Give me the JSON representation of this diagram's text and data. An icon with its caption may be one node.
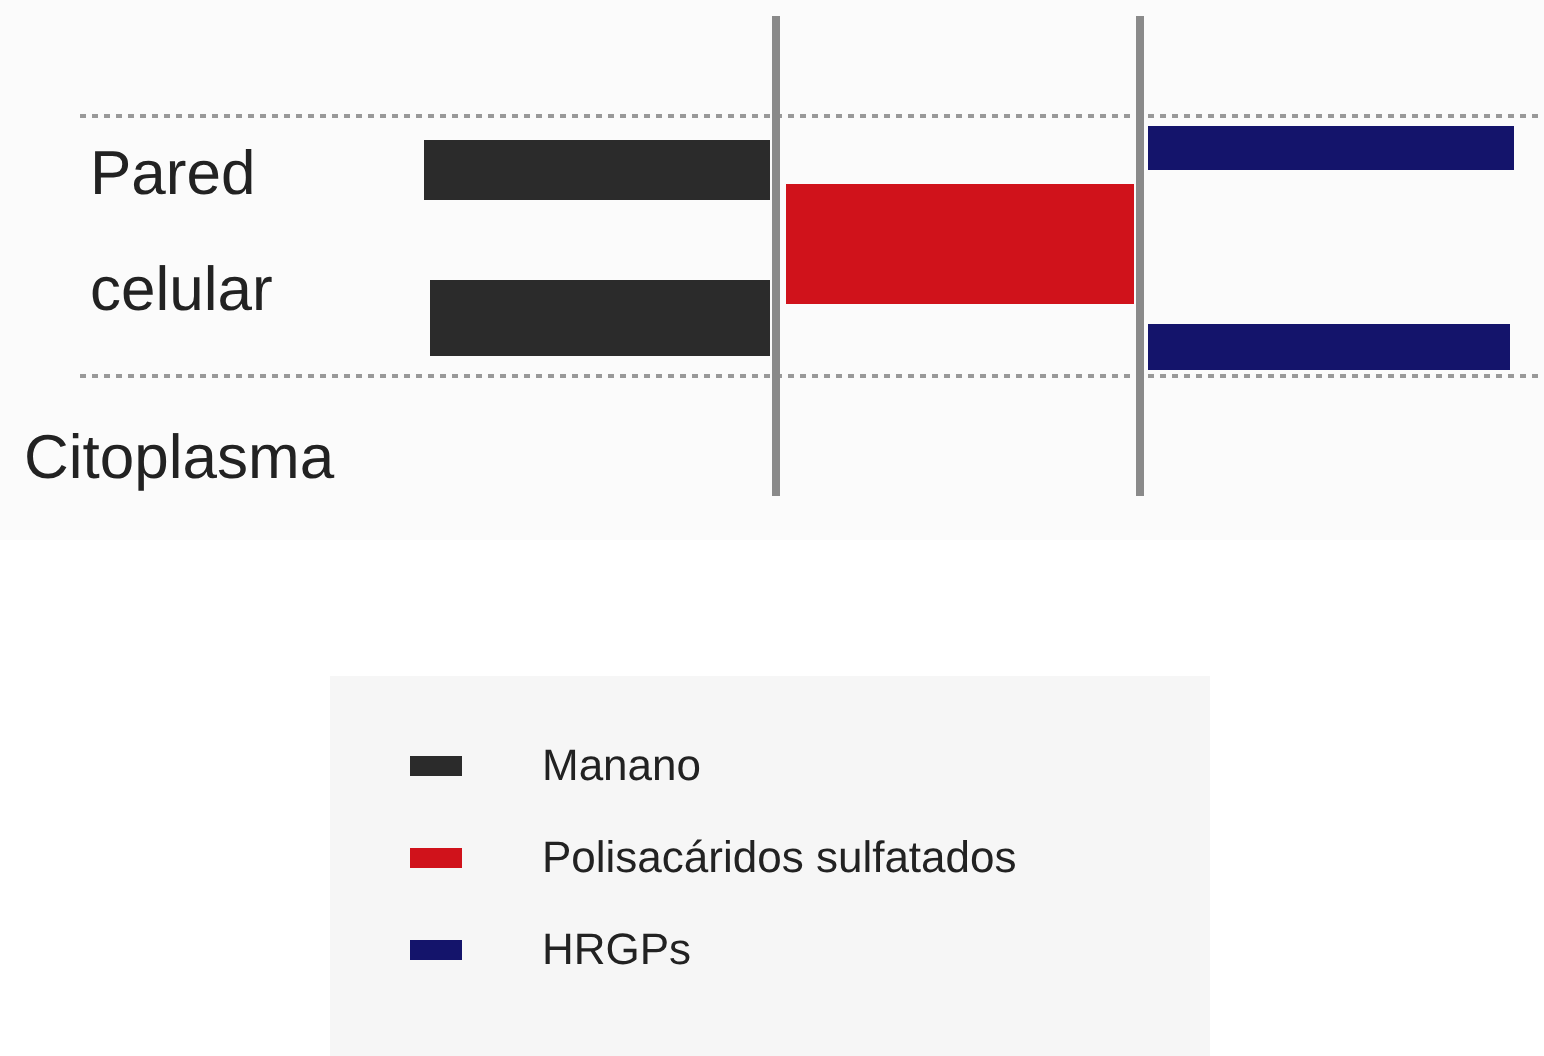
{
  "diagram": {
    "labels": [
      "Pared celular",
      "Citoplasma"
    ],
    "legend": [
      {
        "text": "Manano",
        "color": "#2b2b2b"
      },
      {
        "text": "Polisacáridos sulfatados",
        "color": "#d0121b"
      },
      {
        "text": "HRGPs",
        "color": "#14146b"
      }
    ]
  }
}
